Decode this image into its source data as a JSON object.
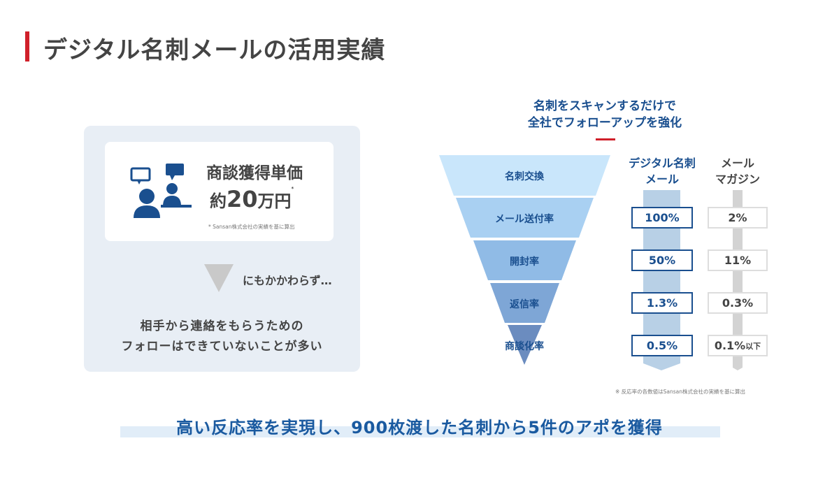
{
  "title": "デジタル名刺メールの活用実績",
  "left": {
    "kpi_label": "商談獲得単価",
    "kpi_prefix": "約",
    "kpi_number": "20",
    "kpi_unit": "万円",
    "kpi_mark": "*",
    "kpi_note": "* Sansan株式会社の実績を基に算出",
    "however": "にもかかわらず…",
    "lines": [
      "相手から連絡をもらうための",
      "フォローはできていないことが多い"
    ],
    "icon": "meeting-people-icon"
  },
  "right": {
    "heading": [
      "名刺をスキャンするだけで",
      "全社でフォローアップを強化"
    ],
    "funnel": [
      "名刺交換",
      "メール送付率",
      "開封率",
      "返信率",
      "商談化率"
    ],
    "col_digital": [
      "デジタル名刺",
      "メール"
    ],
    "col_mag": [
      "メール",
      "マガジン"
    ],
    "digital_values": [
      "100%",
      "50%",
      "1.3%",
      "0.5%"
    ],
    "mag_values": [
      "2%",
      "11%",
      "0.3%",
      "0.1%"
    ],
    "mag_last_suffix": "以下",
    "footnote": "※ 反応率の各数値はSansan株式会社の実績を基に算出"
  },
  "banner": "高い反応率を実現し、900枚渡した名刺から5件のアポを獲得",
  "colors": {
    "accent_red": "#d0202a",
    "brand_blue": "#1a4f8f"
  }
}
